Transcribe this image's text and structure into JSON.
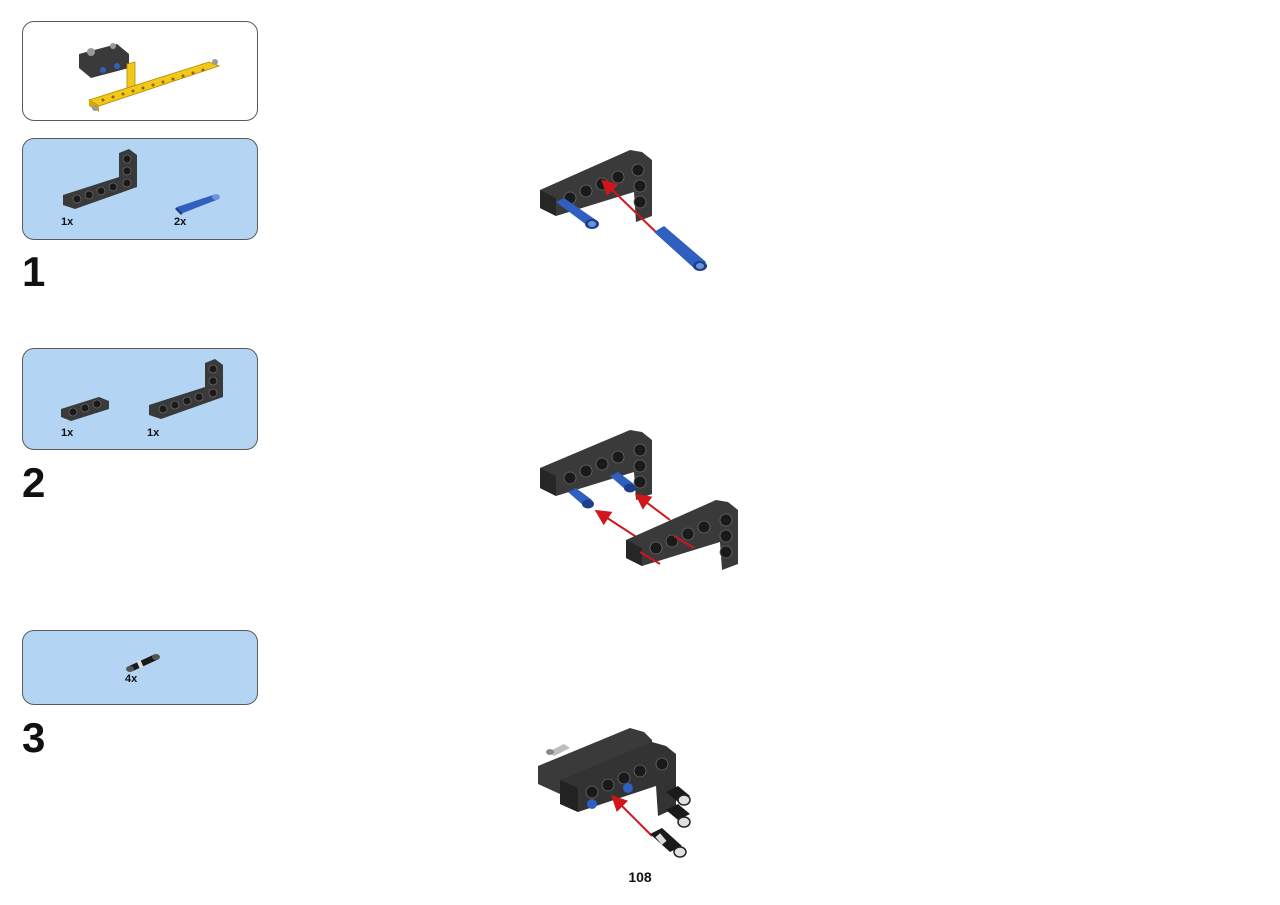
{
  "colors": {
    "callout_fill": "#b3d5f3",
    "beam_dark": "#3a3a3a",
    "pin_blue": "#2f5fbf",
    "arrow_red": "#d0161b",
    "submodel_yellow": "#f2c81a"
  },
  "submodel": {
    "icon": "yellow-beam-assembly-icon"
  },
  "steps": [
    {
      "number": "1",
      "parts": [
        {
          "icon": "l-beam-dark-grey-icon",
          "qty": "1x"
        },
        {
          "icon": "blue-axle-pin-icon",
          "qty": "2x"
        }
      ]
    },
    {
      "number": "2",
      "parts": [
        {
          "icon": "beam-3-dark-grey-icon",
          "qty": "1x"
        },
        {
          "icon": "l-beam-dark-grey-icon",
          "qty": "1x"
        }
      ]
    },
    {
      "number": "3",
      "parts": [
        {
          "icon": "black-friction-pin-icon",
          "qty": "4x"
        }
      ]
    }
  ],
  "page_number": "108"
}
